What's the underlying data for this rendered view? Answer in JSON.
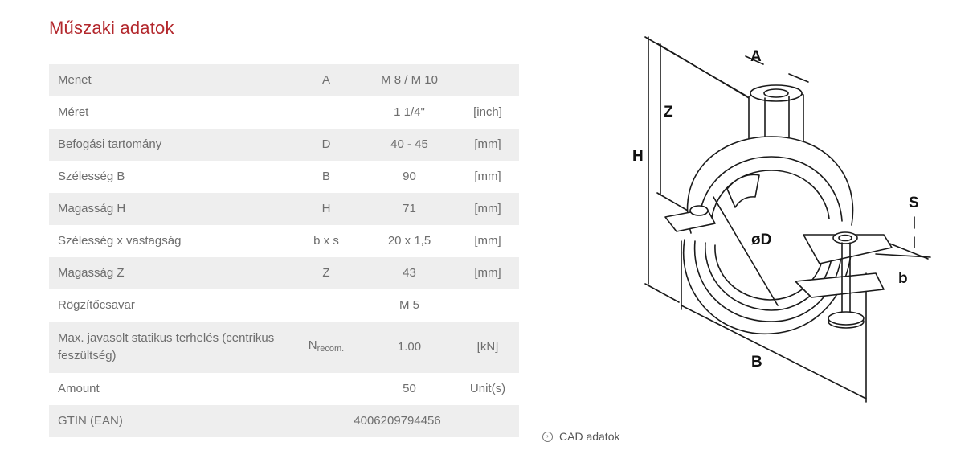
{
  "title": "Műszaki adatok",
  "rows": [
    {
      "label": "Menet",
      "symbol": "A",
      "value": "M 8 / M 10",
      "unit": ""
    },
    {
      "label": "Méret",
      "symbol": "",
      "value": "1 1/4\"",
      "unit": "[inch]"
    },
    {
      "label": "Befogási tartomány",
      "symbol": "D",
      "value": "40 - 45",
      "unit": "[mm]"
    },
    {
      "label": "Szélesség B",
      "symbol": "B",
      "value": "90",
      "unit": "[mm]"
    },
    {
      "label": "Magasság H",
      "symbol": "H",
      "value": "71",
      "unit": "[mm]"
    },
    {
      "label": "Szélesség x vastagság",
      "symbol": "b x s",
      "value": "20 x 1,5",
      "unit": "[mm]"
    },
    {
      "label": "Magasság Z",
      "symbol": "Z",
      "value": "43",
      "unit": "[mm]"
    },
    {
      "label": "Rögzítőcsavar",
      "symbol": "",
      "value": "M 5",
      "unit": ""
    },
    {
      "label": "Max. javasolt statikus terhelés (centrikus feszültség)",
      "symbol_main": "N",
      "symbol_sub": "recom.",
      "value": "1.00",
      "unit": "[kN]"
    },
    {
      "label": "Amount",
      "symbol": "",
      "value": "50",
      "unit": "Unit(s)"
    },
    {
      "label": "GTIN (EAN)",
      "value": "4006209794456"
    }
  ],
  "cad": {
    "label": "CAD adatok",
    "icon": "chevron-right-circle-icon"
  },
  "drawing": {
    "labels": {
      "A": "A",
      "Z": "Z",
      "H": "H",
      "S": "S",
      "D": "øD",
      "b": "b",
      "B": "B"
    }
  }
}
